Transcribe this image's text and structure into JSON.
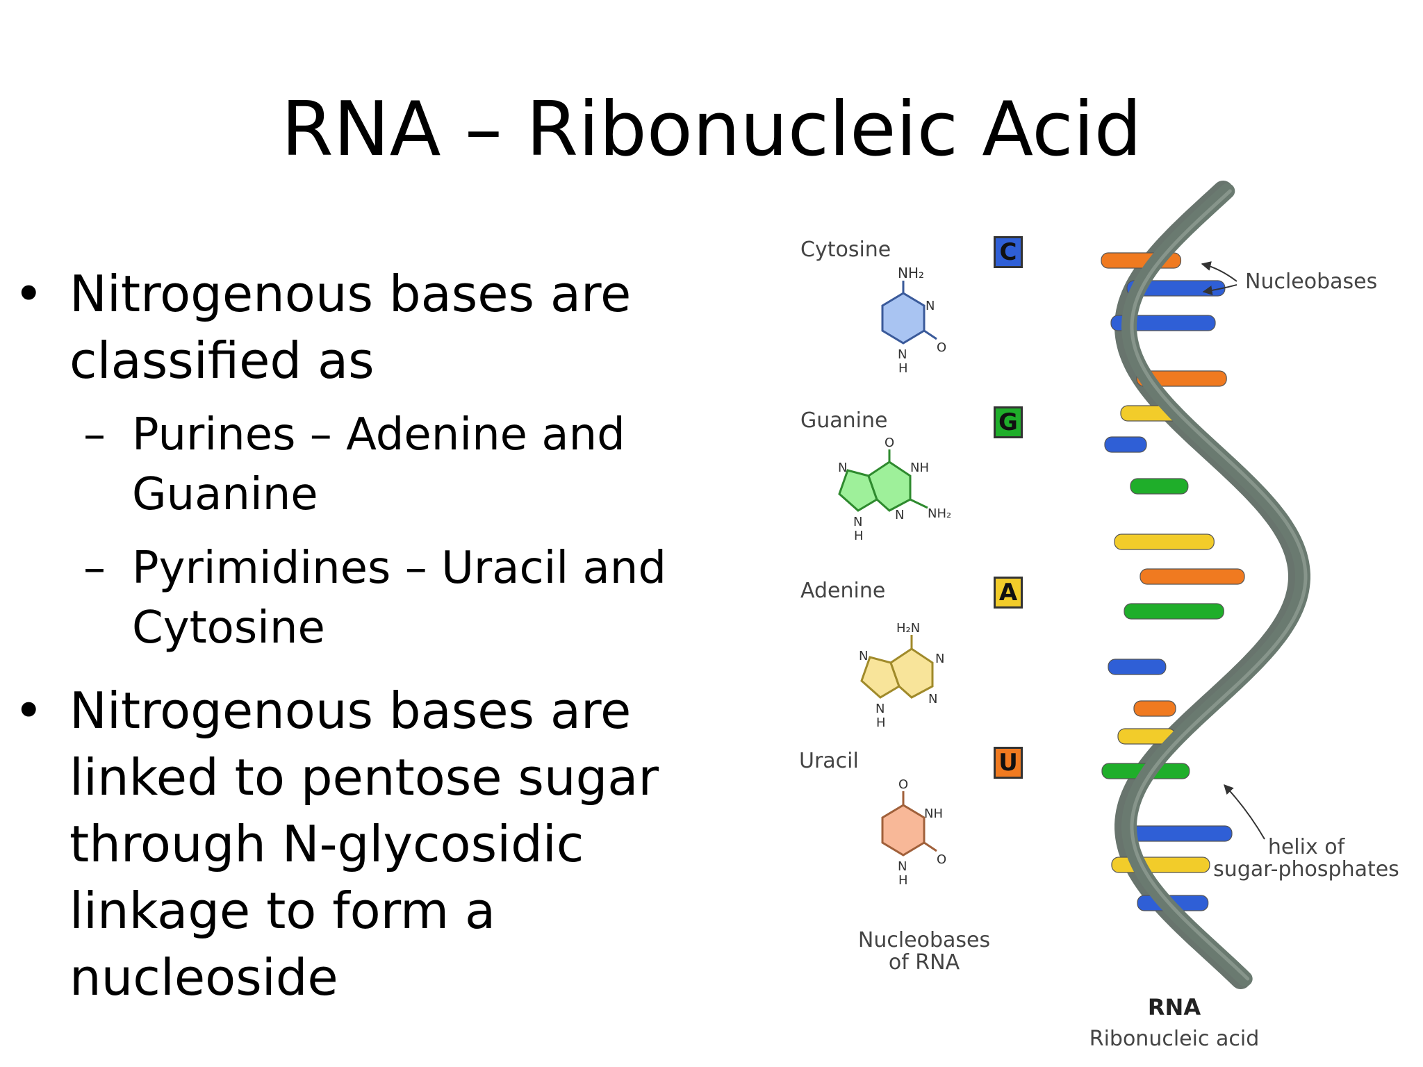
{
  "slide": {
    "title": "RNA – Ribonucleic Acid",
    "bullet1": {
      "lines": [
        "Nitrogenous bases are",
        "classified as"
      ],
      "subs": [
        {
          "lines": [
            "Purines – Adenine and",
            "Guanine"
          ]
        },
        {
          "lines": [
            "Pyrimidines – Uracil and",
            "Cytosine"
          ]
        }
      ]
    },
    "bullet2": {
      "lines": [
        "Nitrogenous bases are",
        "linked to pentose sugar",
        "through N-glycosidic",
        "linkage to form a",
        "nucleoside"
      ]
    }
  },
  "diagram": {
    "bases": [
      {
        "name": "Cytosine",
        "letter": "C",
        "color": "#2f5fd6",
        "fill": "#a9c4f2"
      },
      {
        "name": "Guanine",
        "letter": "G",
        "color": "#1fae2a",
        "fill": "#9ef09a"
      },
      {
        "name": "Adenine",
        "letter": "A",
        "color": "#f2cc2a",
        "fill": "#f8e49a"
      },
      {
        "name": "Uracil",
        "letter": "U",
        "color": "#f07a20",
        "fill": "#f8b898"
      }
    ],
    "atoms": {
      "nh2": "NH₂",
      "h2n": "H₂N",
      "n": "N",
      "o": "O",
      "nh": "NH",
      "h": "H"
    },
    "labels": {
      "nucleobases": "Nucleobases",
      "helix": [
        "helix of",
        "sugar-phosphates"
      ],
      "nucleobases_of_rna": [
        "Nucleobases",
        "of RNA"
      ],
      "rna": "RNA",
      "ribonucleic_acid": "Ribonucleic acid"
    },
    "colors": {
      "backbone": "#6a7a70",
      "backbone_dark": "#4d5c53"
    }
  }
}
